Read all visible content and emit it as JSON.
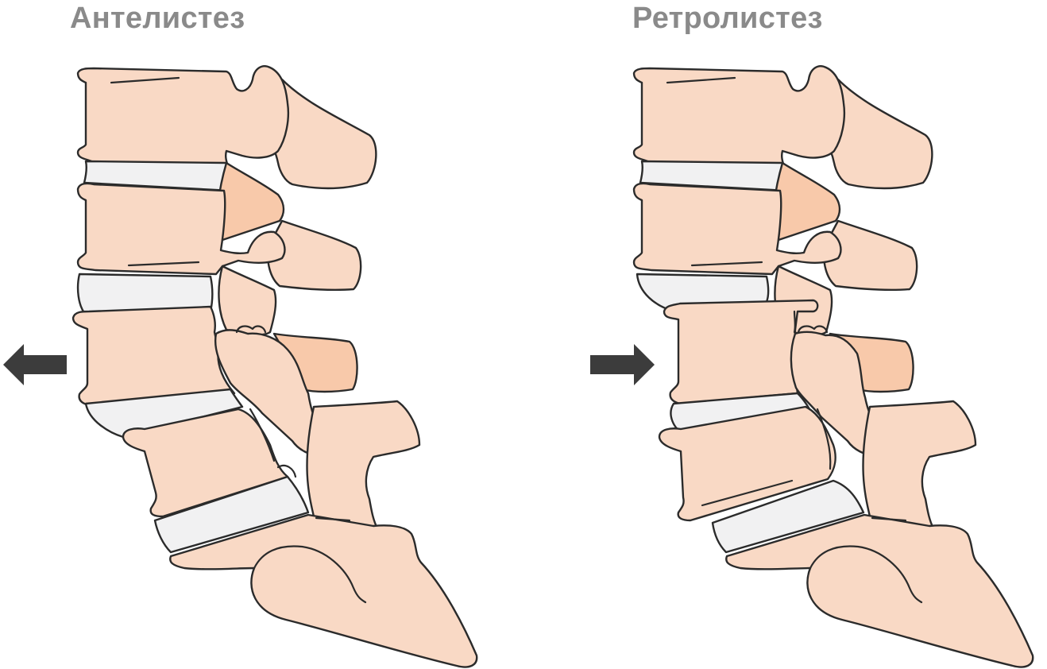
{
  "colors": {
    "title_text": "#8a8a8a",
    "bone_fill": "#f9d9c5",
    "bone_shadow_fill": "#f8c9aa",
    "disc_fill": "#f1f1f2",
    "outline": "#2b2b2b",
    "arrow": "#3c3c3c"
  },
  "panels": [
    {
      "title": "Антелистез",
      "arrow_direction": "left",
      "arrow_icon": "arrow-left-icon"
    },
    {
      "title": "Ретролистез",
      "arrow_direction": "right",
      "arrow_icon": "arrow-right-icon"
    }
  ]
}
